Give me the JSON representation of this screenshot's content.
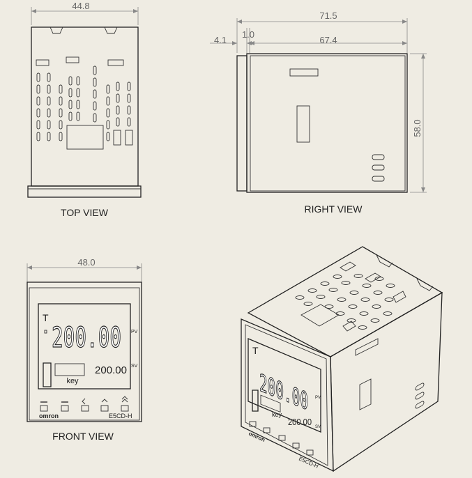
{
  "views": {
    "top": {
      "label": "TOP VIEW",
      "dim_width": "44.8"
    },
    "right": {
      "label": "RIGHT VIEW",
      "dim_total": "71.5",
      "dim_a": "4.1",
      "dim_b": "1.0",
      "dim_c": "67.4",
      "dim_height": "58.0"
    },
    "front": {
      "label": "FRONT VIEW",
      "dim_width": "48.0"
    }
  },
  "display": {
    "t_label": "T",
    "pv_value": "200.00",
    "pv_tag": "PV",
    "sv_value": "200.00",
    "sv_tag": "SV",
    "key_label": "key",
    "brand": "omron",
    "model": "E5CD-H"
  }
}
